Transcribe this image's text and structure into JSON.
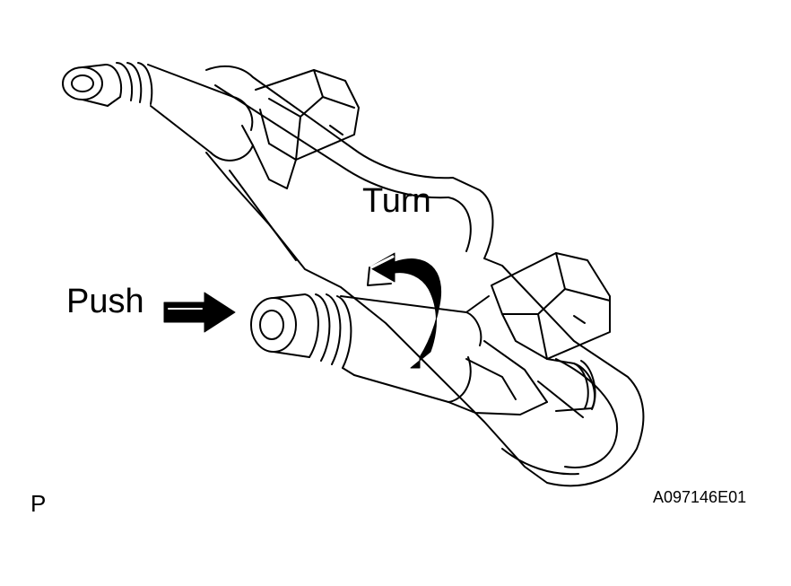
{
  "labels": {
    "turn": "Turn",
    "push": "Push",
    "view_marker": "P",
    "figure_id": "A097146E01"
  },
  "icons": {
    "push_arrow": "arrow-right-icon",
    "turn_arrow": "rotate-clockwise-icon"
  },
  "colors": {
    "ink": "#000000",
    "paper": "#ffffff"
  }
}
